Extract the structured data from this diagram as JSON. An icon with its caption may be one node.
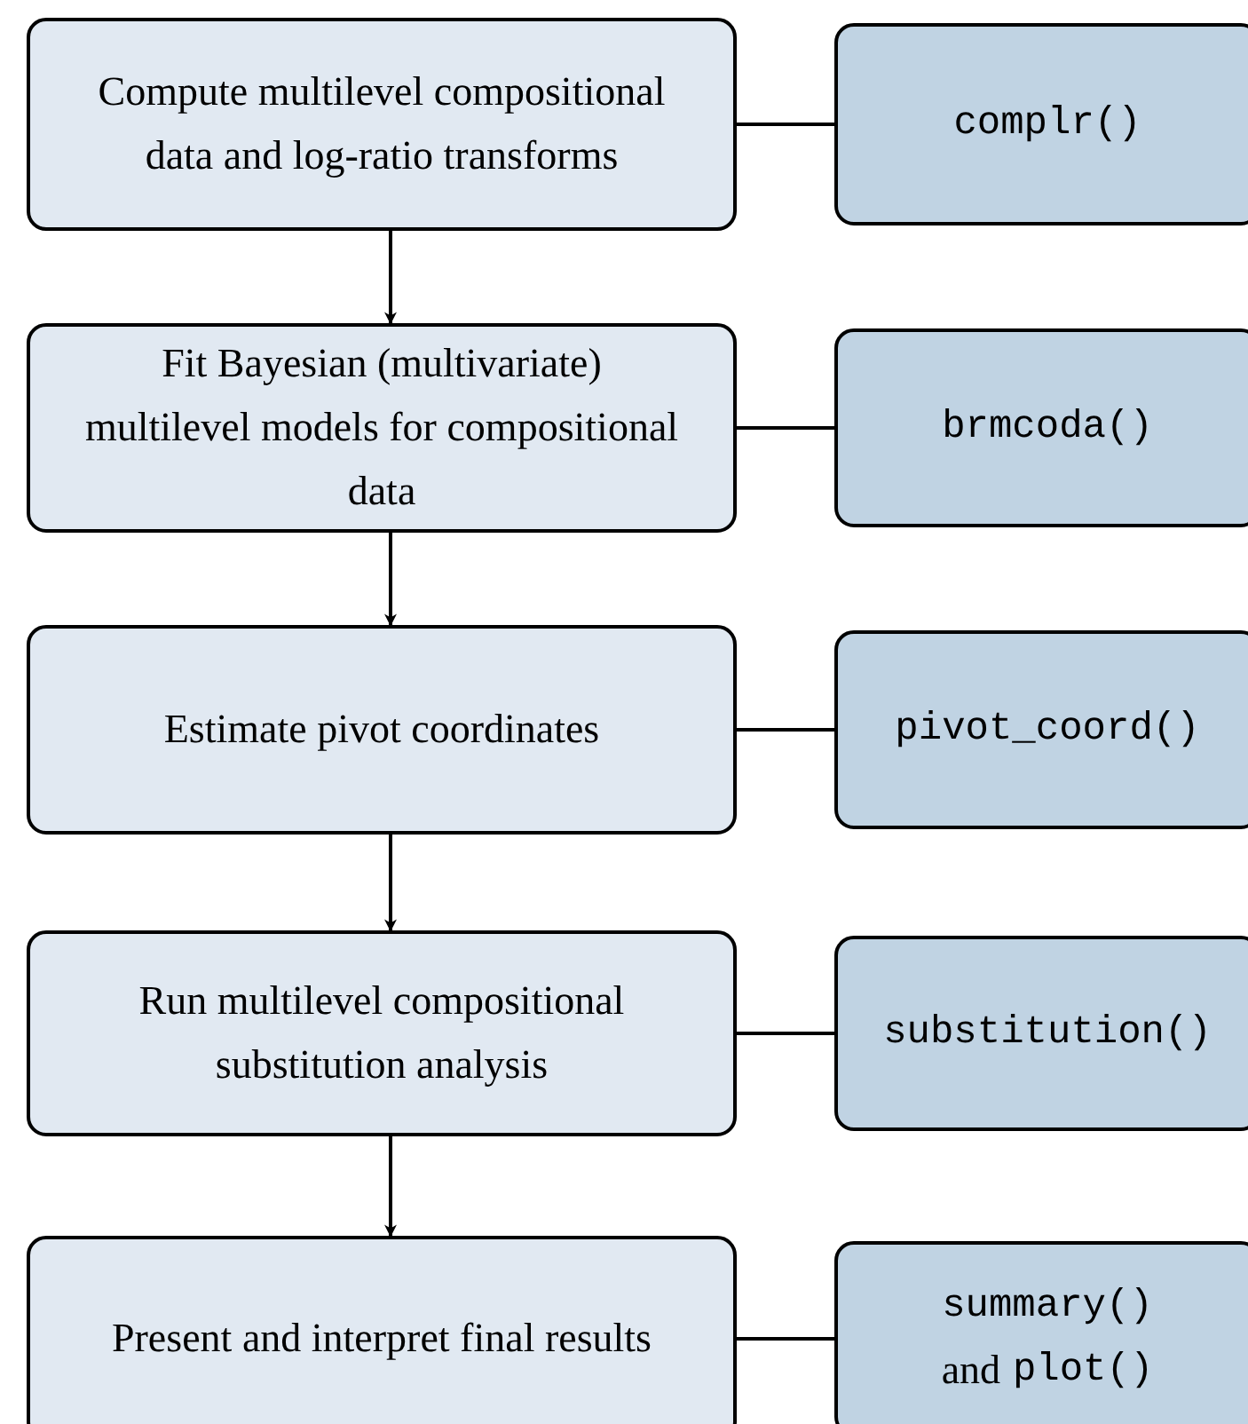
{
  "diagram": {
    "nodes": [
      {
        "text": [
          "Compute multilevel compositional data and log-ratio transforms"
        ]
      },
      {
        "text": [
          "complr()"
        ]
      },
      {
        "text": [
          "Fit Bayesian (multivariate) multilevel models for compositional data"
        ]
      },
      {
        "text": [
          "brmcoda()"
        ]
      },
      {
        "text": [
          "Estimate pivot coordinates"
        ]
      },
      {
        "text": [
          "pivot_coord()"
        ]
      },
      {
        "text": [
          "Run multilevel compositional substitution analysis"
        ]
      },
      {
        "text": [
          "substitution()"
        ]
      },
      {
        "text": [
          "Present and interpret final results"
        ]
      },
      {
        "text": [
          "summary()",
          "and",
          "plot()"
        ]
      }
    ],
    "edges": [
      {
        "from": 0,
        "to": 1,
        "arrow": "none"
      },
      {
        "from": 0,
        "to": 2,
        "arrow": "to"
      },
      {
        "from": 2,
        "to": 3,
        "arrow": "none"
      },
      {
        "from": 2,
        "to": 4,
        "arrow": "to"
      },
      {
        "from": 4,
        "to": 5,
        "arrow": "none"
      },
      {
        "from": 4,
        "to": 6,
        "arrow": "to"
      },
      {
        "from": 6,
        "to": 7,
        "arrow": "none"
      },
      {
        "from": 6,
        "to": 8,
        "arrow": "to"
      },
      {
        "from": 8,
        "to": 9,
        "arrow": "none"
      }
    ]
  }
}
